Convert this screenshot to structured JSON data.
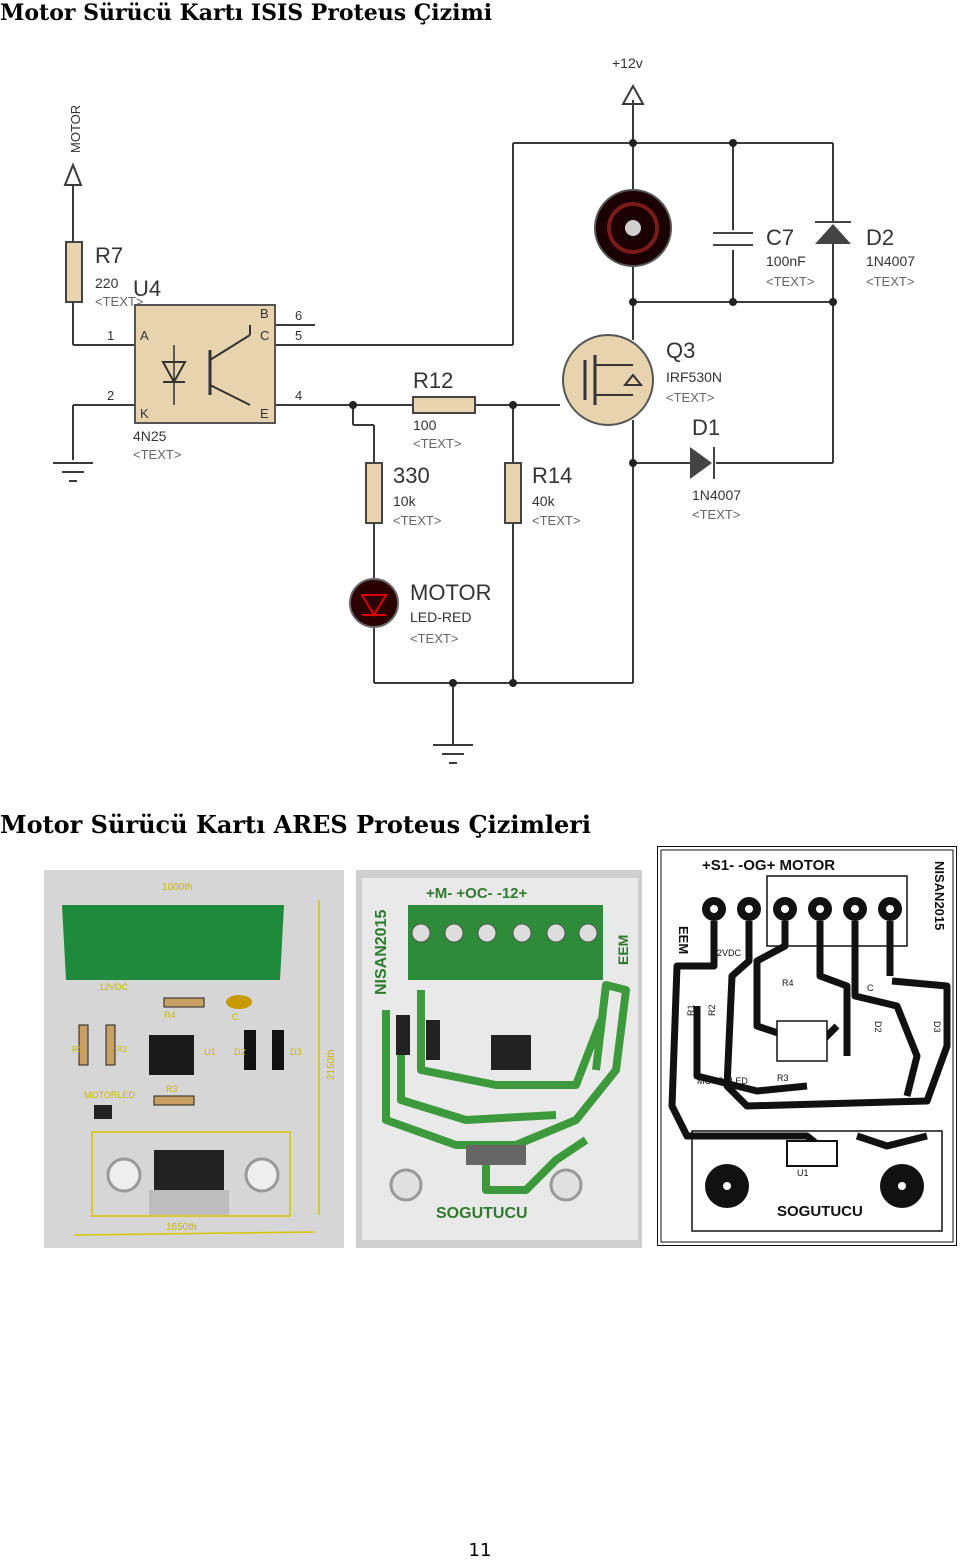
{
  "headings": {
    "isis": "Motor Sürücü Kartı ISIS Proteus Çizimi",
    "ares": "Motor Sürücü Kartı ARES Proteus Çizimleri"
  },
  "schematic": {
    "power_label": "+12v",
    "motor_terminal": "MOTOR",
    "r7": {
      "ref": "R7",
      "value": "220",
      "text": "<TEXT>"
    },
    "u4": {
      "ref": "U4",
      "value": "4N25",
      "text": "<TEXT>",
      "pin_a": "A",
      "pin_k": "K",
      "pin_b": "B",
      "pin_c": "C",
      "pin_e": "E",
      "num1": "1",
      "num2": "2",
      "num4": "4",
      "num5": "5",
      "num6": "6"
    },
    "r12": {
      "ref": "R12",
      "value": "100",
      "text": "<TEXT>"
    },
    "r330": {
      "ref": "330",
      "value": "10k",
      "text": "<TEXT>"
    },
    "r14": {
      "ref": "R14",
      "value": "40k",
      "text": "<TEXT>"
    },
    "led": {
      "ref": "MOTOR",
      "value": "LED-RED",
      "text": "<TEXT>"
    },
    "q3": {
      "ref": "Q3",
      "value": "IRF530N",
      "text": "<TEXT>"
    },
    "d1": {
      "ref": "D1",
      "value": "1N4007",
      "text": "<TEXT>"
    },
    "c7": {
      "ref": "C7",
      "value": "100nF",
      "text": "<TEXT>"
    },
    "d2": {
      "ref": "D2",
      "value": "1N4007",
      "text": "<TEXT>"
    }
  },
  "pcb_3d": {
    "dim_top": "1000th",
    "dim_bottom": "1650th",
    "dim_side": "2150th",
    "label_12vdc": "12VDC",
    "label_r4": "R4",
    "label_c": "C",
    "label_r3": "R3",
    "label_motorled": "MOTORLED",
    "label_u1": "U1",
    "label_d2": "D2",
    "label_d3": "D3",
    "label_r1": "R1",
    "label_r2": "R2"
  },
  "pcb_green": {
    "side_text": "NISAN2015",
    "connector_text": "+M-   +OC-  -12+",
    "eem": "EEM",
    "bottom_text": "SOGUTUCU"
  },
  "pcb_bw": {
    "top_text": "+S1- -OG+ MOTOR",
    "side_left": "EEM",
    "side_right": "NISAN2015",
    "label_12vdc": "12VDC",
    "label_r4": "R4",
    "label_r1": "R1",
    "label_r2": "R2",
    "label_c": "C",
    "label_d2": "D2",
    "label_d3": "D3",
    "label_motorled": "MOTORLED",
    "label_r3": "R3",
    "label_u1": "U1",
    "bottom_text": "SOGUTUCU"
  },
  "page_number": "11"
}
